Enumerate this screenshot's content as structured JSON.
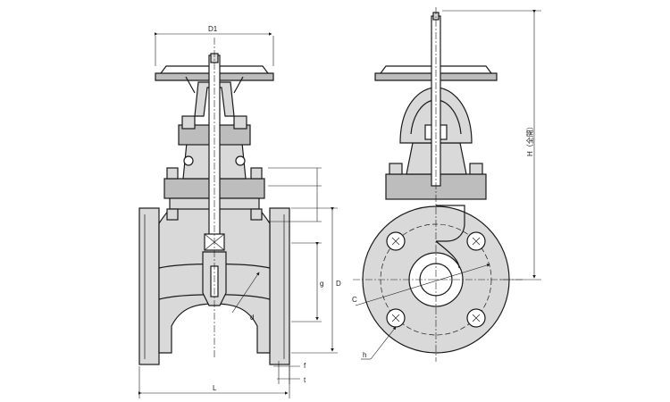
{
  "labels": {
    "D1": "D1",
    "L": "L",
    "D": "D",
    "g": "g",
    "d": "d",
    "f": "f",
    "t": "t",
    "C": "C",
    "h": "h",
    "H": "H（全開）"
  },
  "colors": {
    "line": "#1a1a1a",
    "shade": "#d9d9d9",
    "dark": "#bdbdbd"
  }
}
